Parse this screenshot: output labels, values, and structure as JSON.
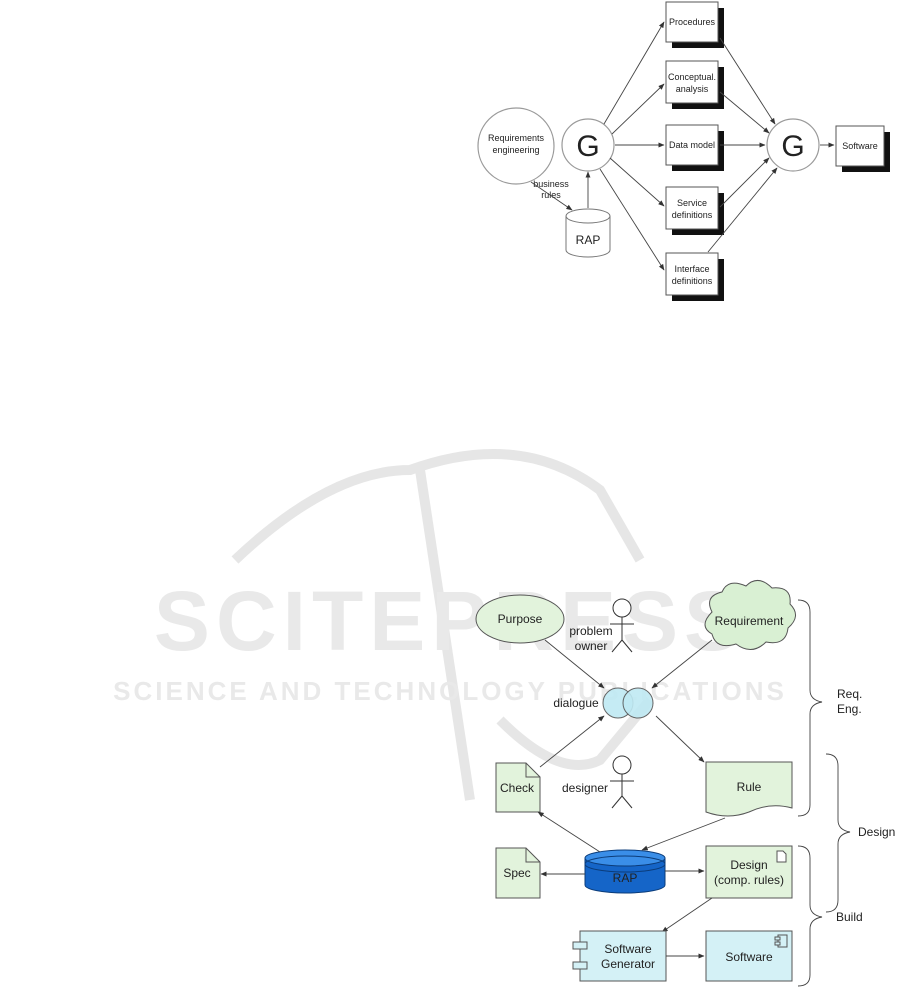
{
  "watermark": {
    "line1": "SCITEPRESS",
    "line2": "SCIENCE AND TECHNOLOGY PUBLICATIONS"
  },
  "diagram1": {
    "requirements": "Requirements engineering",
    "req_line1": "Requirements",
    "req_line2": "engineering",
    "business_rules_1": "business",
    "business_rules_2": "rules",
    "generator_left": "G",
    "generator_right": "G",
    "rap": "RAP",
    "procedures": "Procedures",
    "conceptual_1": "Conceptual.",
    "conceptual_2": "analysis",
    "data_model": "Data model",
    "service_1": "Service",
    "service_2": "definitions",
    "interface_1": "Interface",
    "interface_2": "definitions",
    "software": "Software"
  },
  "diagram2": {
    "purpose": "Purpose",
    "problem_owner_1": "problem",
    "problem_owner_2": "owner",
    "requirement": "Requirement",
    "dialogue": "dialogue",
    "check": "Check",
    "designer": "designer",
    "rule": "Rule",
    "spec": "Spec",
    "rap": "RAP",
    "design_1": "Design",
    "design_2": "(comp. rules)",
    "generator_1": "Software",
    "generator_2": "Generator",
    "software": "Software",
    "phase_req_1": "Req.",
    "phase_req_2": "Eng.",
    "phase_design": "Design",
    "phase_build": "Build"
  }
}
